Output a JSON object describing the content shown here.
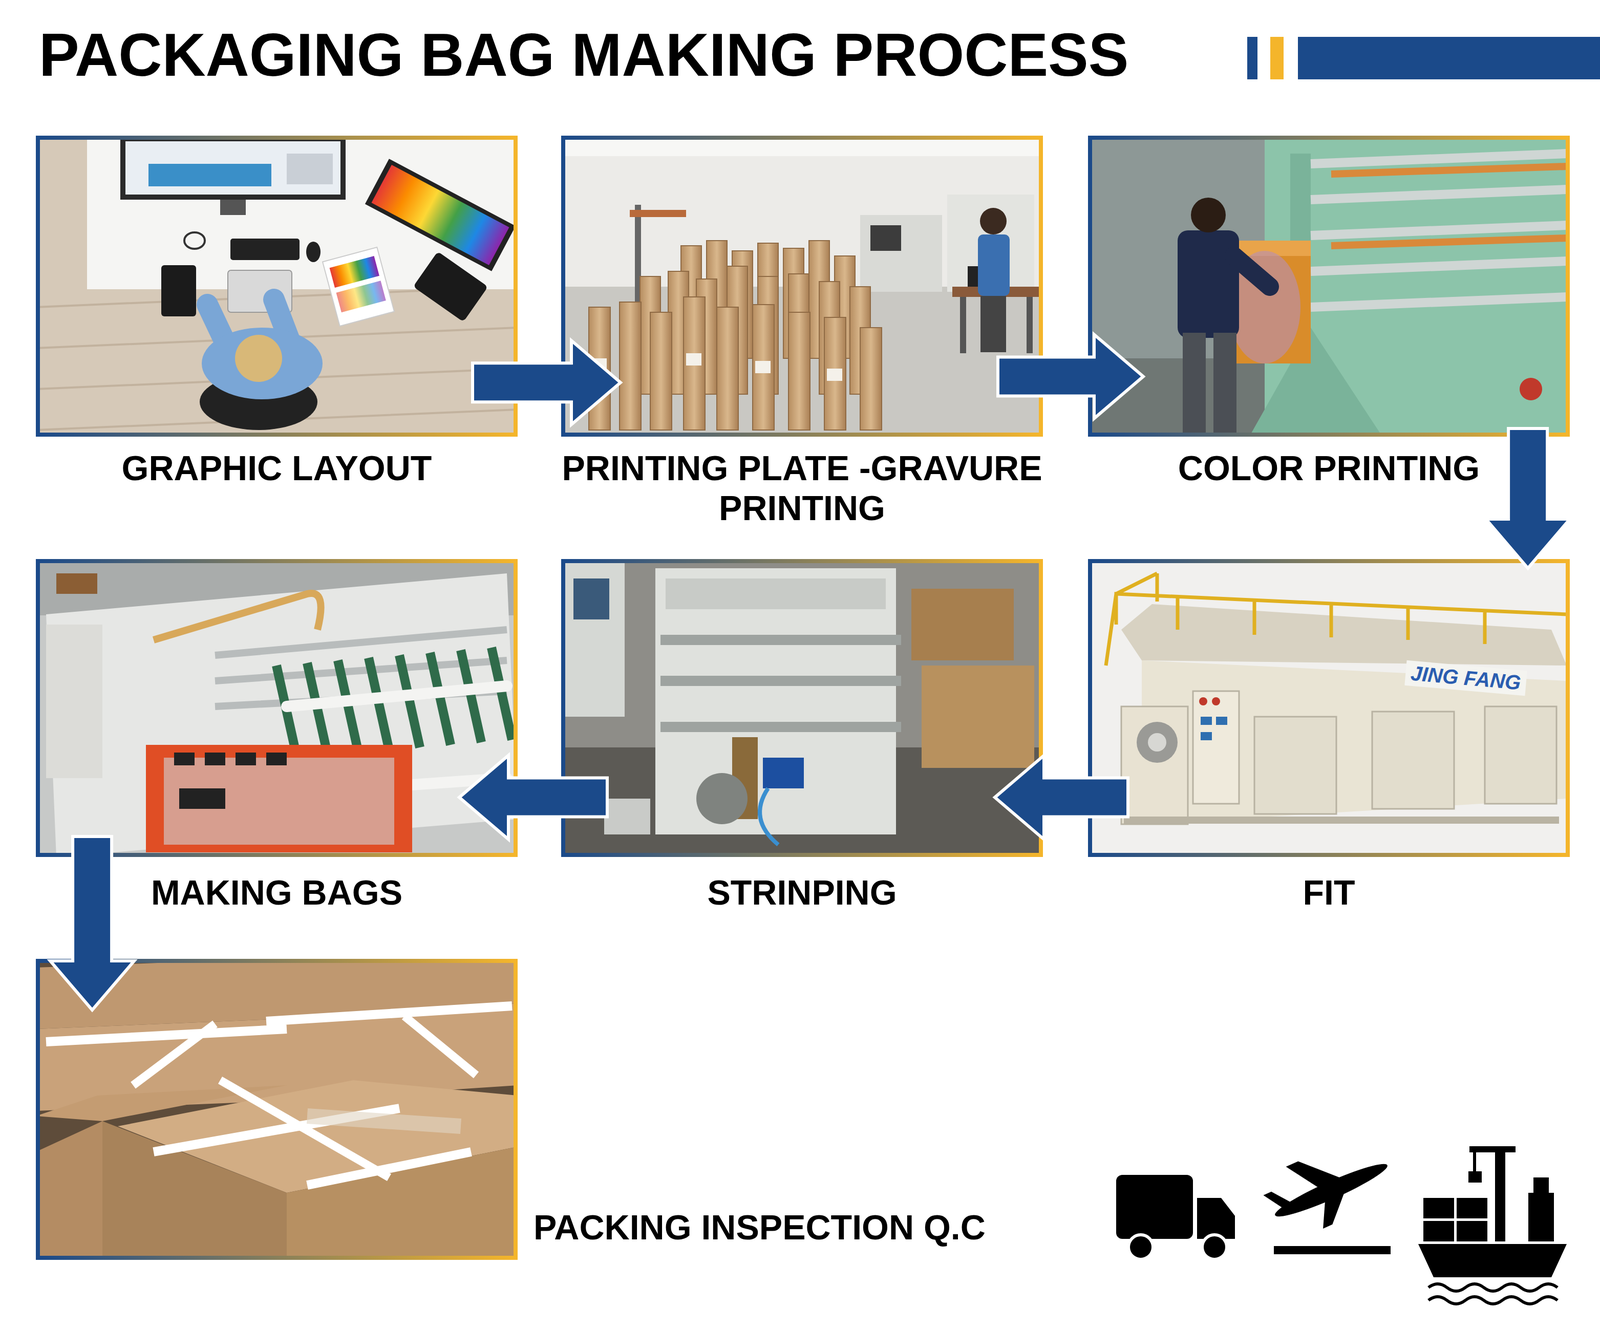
{
  "diagram": {
    "title": "PACKAGING BAG MAKING PROCESS",
    "nodes": [
      {
        "text": [
          "GRAPHIC LAYOUT"
        ]
      },
      {
        "text": [
          "PRINTING PLATE -GRAVURE PRINTING"
        ]
      },
      {
        "text": [
          "COLOR PRINTING"
        ]
      },
      {
        "text": [
          "FIT"
        ]
      },
      {
        "text": [
          "STRINPING"
        ]
      },
      {
        "text": [
          "MAKING BAGS"
        ]
      },
      {
        "text": [
          "PACKING INSPECTION Q.C"
        ]
      }
    ],
    "edges": [
      {
        "from": 0,
        "to": 1,
        "arrow": "to"
      },
      {
        "from": 1,
        "to": 2,
        "arrow": "to"
      },
      {
        "from": 2,
        "to": 3,
        "arrow": "to"
      },
      {
        "from": 3,
        "to": 4,
        "arrow": "to"
      },
      {
        "from": 4,
        "to": 5,
        "arrow": "to"
      },
      {
        "from": 5,
        "to": 6,
        "arrow": "to"
      }
    ],
    "labels": [
      "JING FANG"
    ]
  }
}
